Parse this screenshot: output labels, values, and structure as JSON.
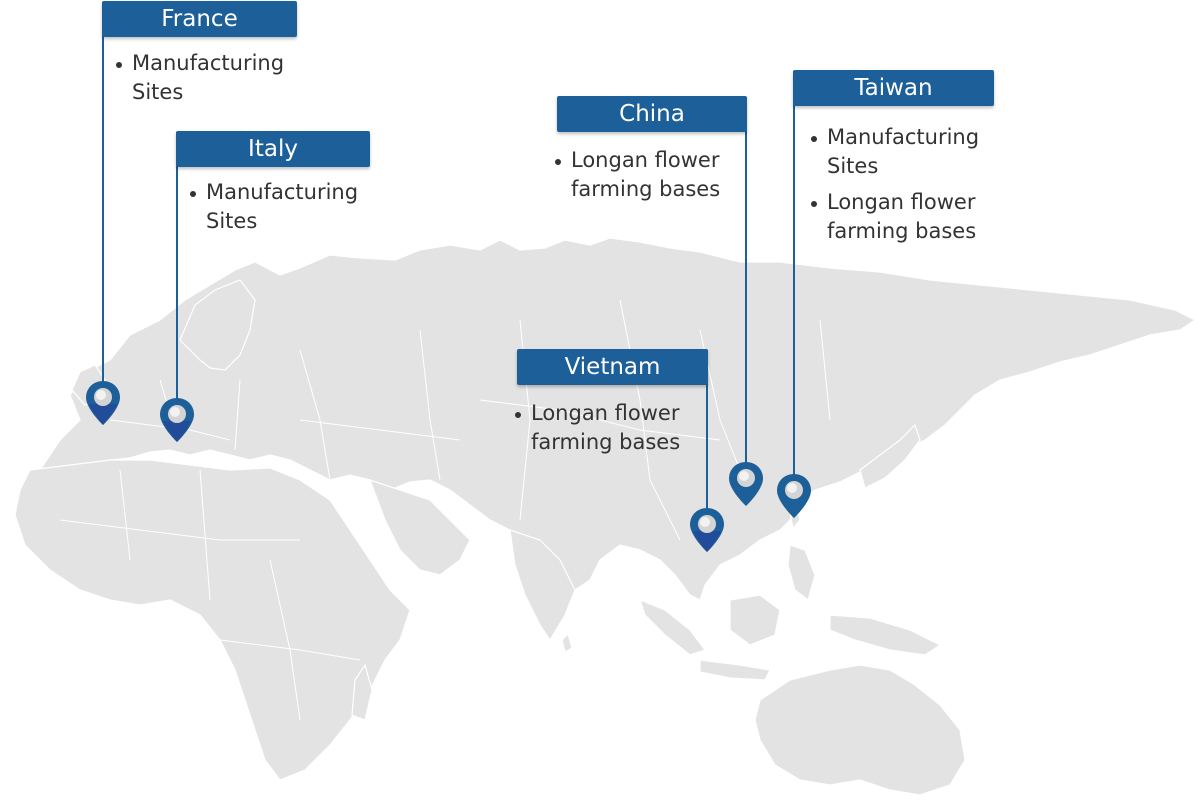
{
  "map": {
    "land_color": "#e3e3e3",
    "accent_color": "#1d5f99",
    "pin_color": "#1d5f99",
    "pin_dark_color": "#224b9a",
    "text_color": "#333333"
  },
  "locations": [
    {
      "id": "france",
      "name": "France",
      "items": [
        "Manufacturing Sites"
      ]
    },
    {
      "id": "italy",
      "name": "Italy",
      "items": [
        "Manufacturing Sites"
      ]
    },
    {
      "id": "china",
      "name": "China",
      "items": [
        "Longan flower farming bases"
      ]
    },
    {
      "id": "taiwan",
      "name": "Taiwan",
      "items": [
        "Manufacturing Sites",
        "Longan flower farming bases"
      ]
    },
    {
      "id": "vietnam",
      "name": "Vietnam",
      "items": [
        "Longan flower farming bases"
      ]
    }
  ]
}
